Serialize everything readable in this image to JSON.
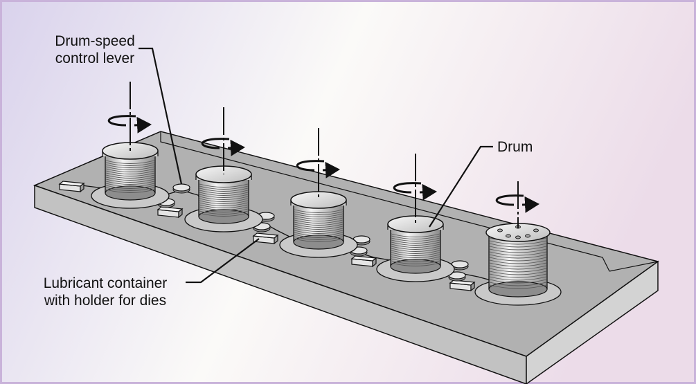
{
  "diagram": {
    "labels": {
      "drum_speed_lever": [
        "Drum-speed",
        "control lever"
      ],
      "drum": "Drum",
      "lubricant_container": [
        "Lubricant container",
        "with holder for dies"
      ]
    },
    "colors": {
      "background_left": "#d9d2ec",
      "background_mid": "#fbfaf8",
      "background_right": "#ecdce9",
      "frame": "#c9b3da",
      "base_top": "#b1b1b1",
      "base_front": "#c2c2c2",
      "base_side": "#d3d3d3",
      "drum_metal": "#e9e9e9",
      "wire": "#555555",
      "outline": "#111111"
    },
    "drum_count": 5
  }
}
